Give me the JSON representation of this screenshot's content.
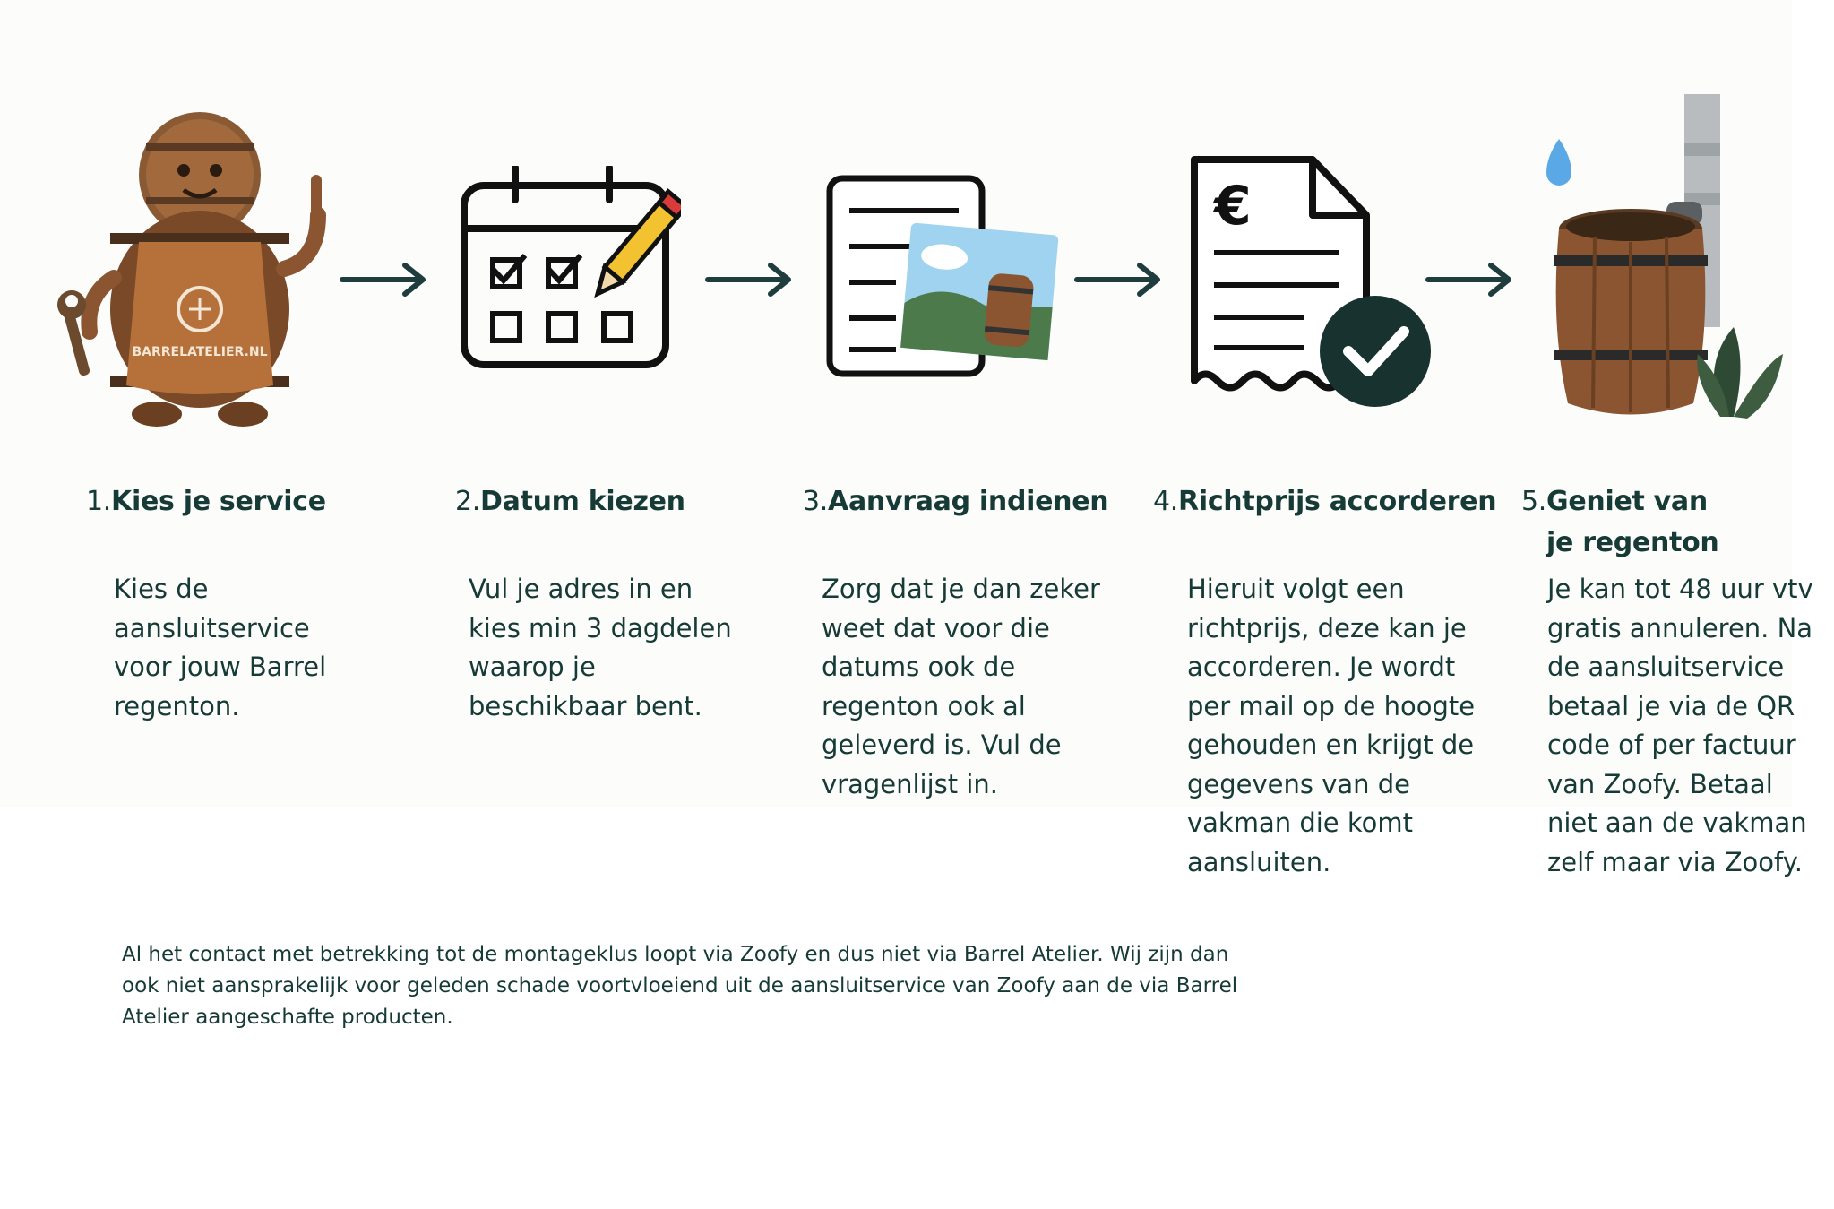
{
  "steps": [
    {
      "number": "1.",
      "title": "Kies je service",
      "text": "Kies de aansluitservice voor jouw Barrel regenton.",
      "icon": "barrel-mascot-icon",
      "badge_text": "BARRELATELIER.NL"
    },
    {
      "number": "2.",
      "title": "Datum kiezen",
      "text": "Vul je adres in en kies min 3 dagdelen waarop je beschikbaar bent.",
      "icon": "calendar-pencil-icon"
    },
    {
      "number": "3.",
      "title": "Aanvraag indienen",
      "text": "Zorg dat je dan zeker weet dat voor die datums ook de regenton ook al geleverd is. Vul de vragenlijst in.",
      "icon": "form-photo-icon"
    },
    {
      "number": "4.",
      "title": "Richtprijs accorderen",
      "text": "Hieruit volgt een richtprijs, deze kan je accorderen. Je wordt per mail op de hoogte gehouden en krijgt de gegevens van de vakman die komt aansluiten.",
      "icon": "invoice-check-icon"
    },
    {
      "number": "5.",
      "title": "Geniet van je regenton",
      "text": "Je kan tot 48 uur vtv gratis annuleren. Na de aansluitservice betaal je via de QR code of per factuur van Zoofy.  Betaal niet aan de vakman zelf maar via Zoofy.",
      "icon": "rain-barrel-icon"
    }
  ],
  "disclaimer": "Al het contact met betrekking tot de montageklus loopt via Zoofy en dus niet via Barrel Atelier. Wij zijn dan ook niet aansprakelijk voor geleden schade voortvloeiend uit de aansluitservice van Zoofy aan de via Barrel Atelier aangeschafte producten.",
  "colors": {
    "text": "#163a35",
    "arrow": "#1f3d3c",
    "wood": "#8a5530",
    "check_circle": "#17322f"
  }
}
